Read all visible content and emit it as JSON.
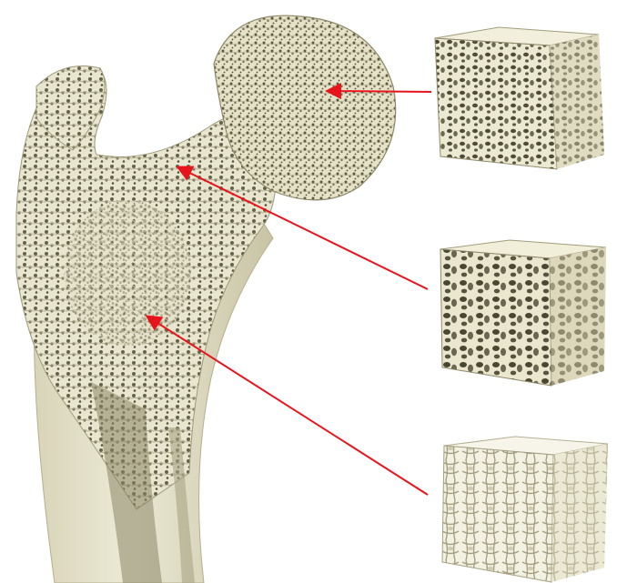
{
  "image": {
    "subject": "femur-trabecular-bone-microstructure",
    "colors": {
      "background": "#ffffff",
      "bone": "#e9e6cf",
      "bone_shadow": "#bdb794",
      "pore_dark": "#5e5a42",
      "pore_mid": "#8c8766",
      "arrow": "#e8141b"
    },
    "samples": [
      {
        "name": "sample-cube-femoral-head",
        "density": "dense"
      },
      {
        "name": "sample-cube-neck",
        "density": "coarse"
      },
      {
        "name": "sample-cube-shaft",
        "density": "sparse"
      }
    ],
    "arrows": [
      {
        "name": "arrow-to-femoral-head"
      },
      {
        "name": "arrow-to-neck"
      },
      {
        "name": "arrow-to-shaft"
      }
    ]
  }
}
